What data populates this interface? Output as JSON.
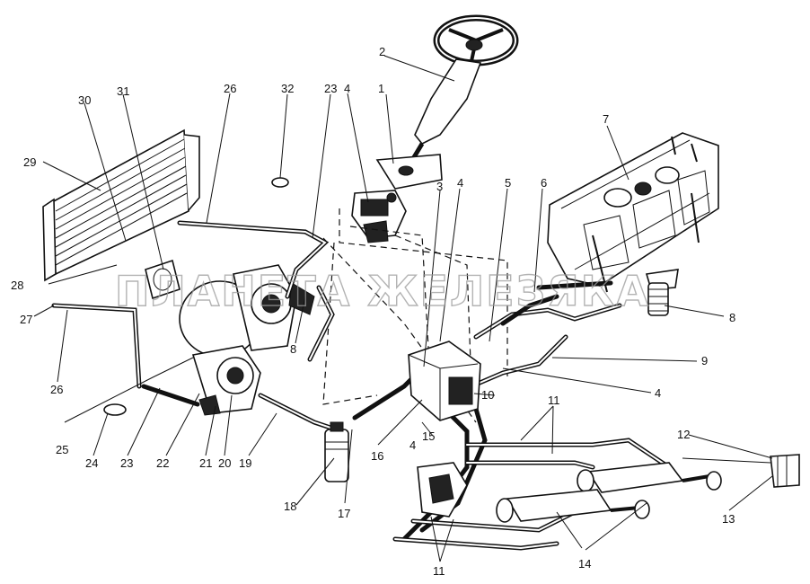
{
  "watermark": "ПЛАНЕТА ЖЕЛЕЗЯКА",
  "labels": [
    "1",
    "2",
    "3",
    "4",
    "4",
    "4",
    "4",
    "5",
    "6",
    "7",
    "8",
    "8",
    "9",
    "10",
    "11",
    "11",
    "12",
    "13",
    "14",
    "15",
    "16",
    "17",
    "18",
    "19",
    "20",
    "21",
    "22",
    "23",
    "23",
    "24",
    "25",
    "26",
    "26",
    "27",
    "28",
    "29",
    "30",
    "31",
    "32"
  ]
}
